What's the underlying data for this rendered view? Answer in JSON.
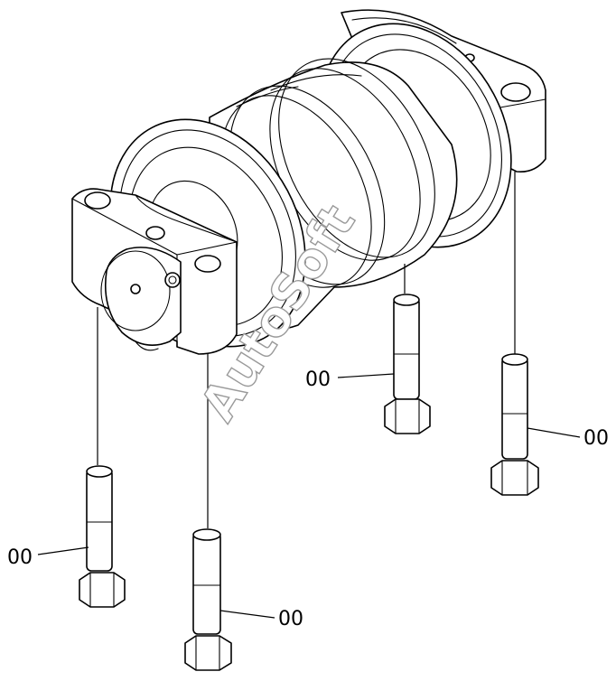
{
  "watermark": "AutoSoft",
  "callouts": [
    {
      "id": "callout-bolt-front-left",
      "label": "00"
    },
    {
      "id": "callout-bolt-front-right",
      "label": "00"
    },
    {
      "id": "callout-bolt-rear-left",
      "label": "00"
    },
    {
      "id": "callout-bolt-rear-right",
      "label": "00"
    }
  ]
}
